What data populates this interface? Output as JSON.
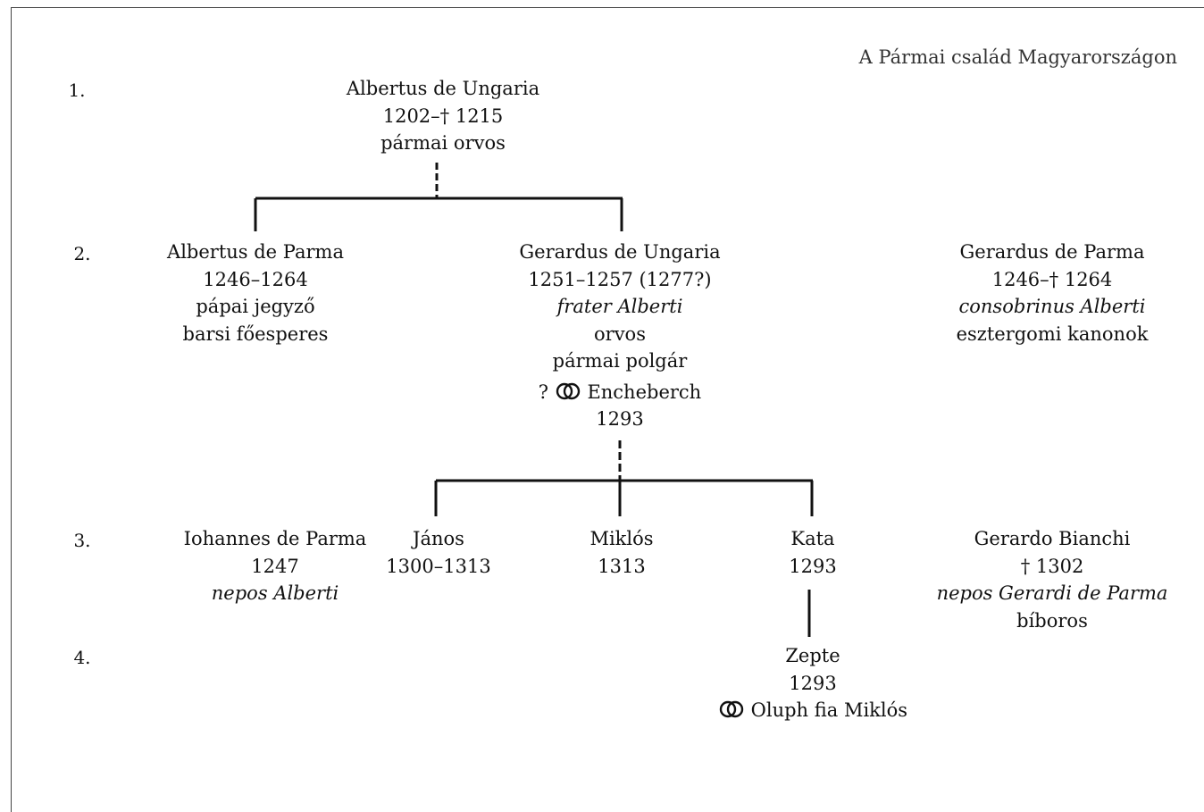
{
  "title": "A Pármai család Magyarországon",
  "generations": [
    "1.",
    "2.",
    "3.",
    "4."
  ],
  "persons": {
    "albertus_ungaria": {
      "name": "Albertus de Ungaria",
      "dates": "1202–† 1215",
      "role": "pármai orvos"
    },
    "albertus_parma": {
      "name": "Albertus de Parma",
      "dates": "1246–1264",
      "role1": "pápai jegyző",
      "role2": "barsi főesperes"
    },
    "gerardus_ungaria": {
      "name": "Gerardus de Ungaria",
      "dates": "1251–1257 (1277?)",
      "relation": "frater Alberti",
      "role1": "orvos",
      "role2": "pármai polgár",
      "marriage_prefix": "?",
      "spouse": "Encheberch",
      "spouse_date": "1293"
    },
    "gerardus_parma": {
      "name": "Gerardus de Parma",
      "dates": "1246–† 1264",
      "relation": "consobrinus Alberti",
      "role": "esztergomi kanonok"
    },
    "iohannes_parma": {
      "name": "Iohannes de Parma",
      "dates": "1247",
      "relation": "nepos Alberti"
    },
    "janos": {
      "name": "János",
      "dates": "1300–1313"
    },
    "miklos": {
      "name": "Miklós",
      "dates": "1313"
    },
    "kata": {
      "name": "Kata",
      "dates": "1293"
    },
    "gerardo_bianchi": {
      "name": "Gerardo Bianchi",
      "dates": "† 1302",
      "relation": "nepos Gerardi de Parma",
      "role": "bíboros"
    },
    "zepte": {
      "name": "Zepte",
      "dates": "1293",
      "spouse": "Oluph fia Miklós"
    }
  },
  "icons": {
    "marriage": "marriage-rings-icon"
  }
}
